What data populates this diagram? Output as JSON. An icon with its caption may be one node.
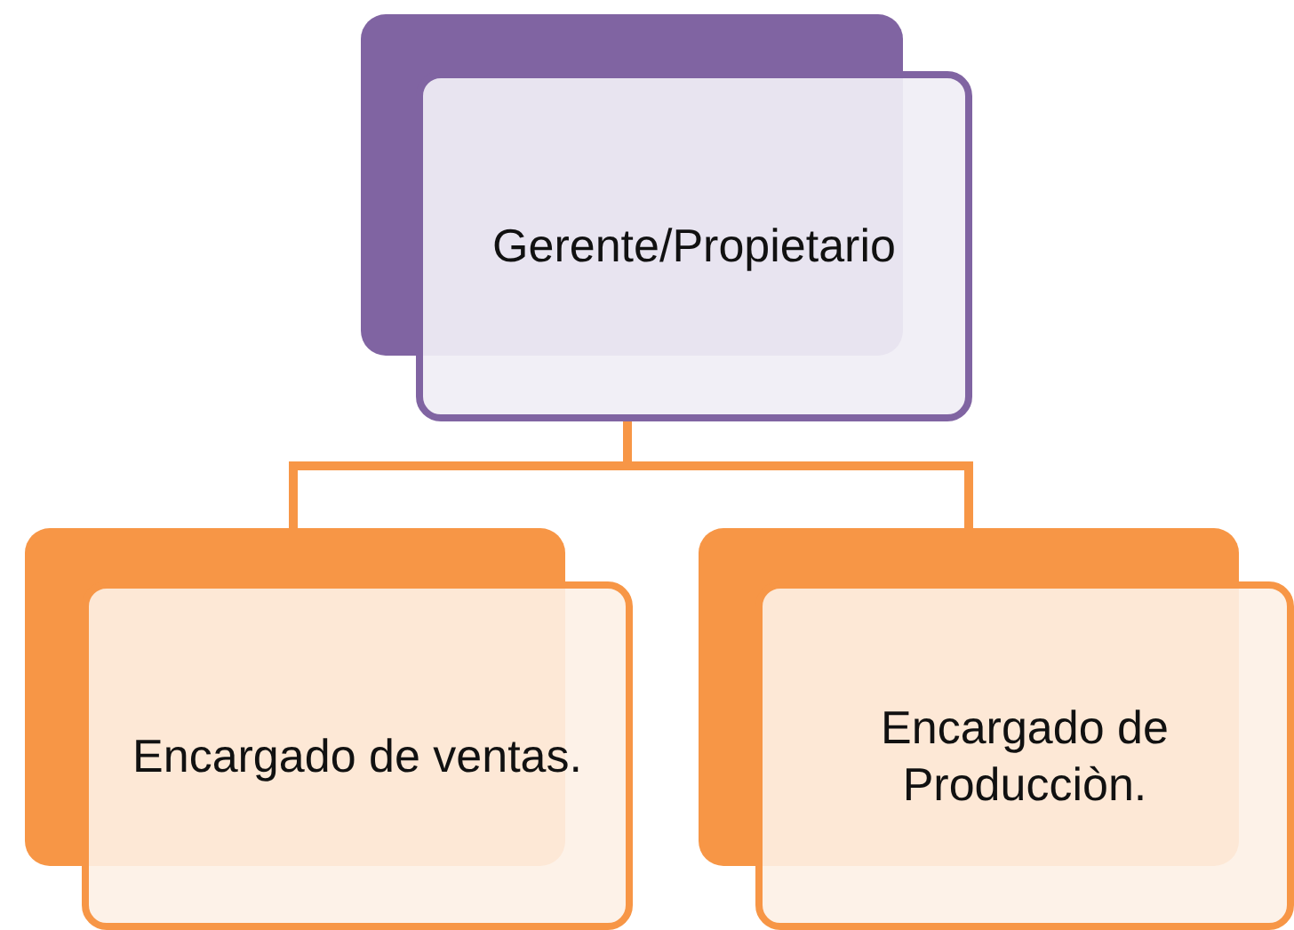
{
  "diagram": {
    "nodes": [
      {
        "text": [
          "Gerente/Propietario"
        ]
      },
      {
        "text": [
          "Encargado de ventas."
        ]
      },
      {
        "text": [
          "Encargado de Producciòn."
        ]
      }
    ],
    "edges": [
      {
        "from": 0,
        "to": 1,
        "arrow": "none"
      },
      {
        "from": 0,
        "to": 2,
        "arrow": "none"
      }
    ]
  }
}
